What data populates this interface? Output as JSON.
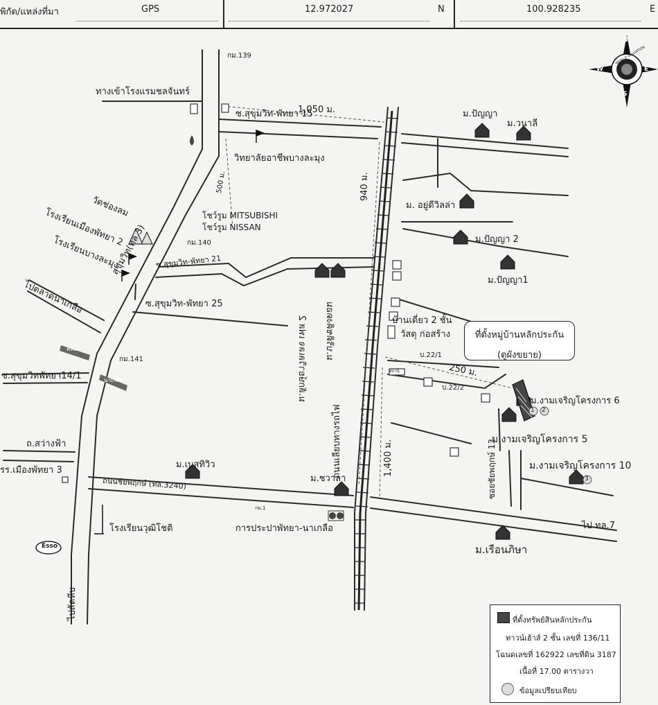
{
  "header": {
    "field_label": "พิกัด/แหล่งที่มา",
    "source": "GPS",
    "latitude": "12.972027",
    "lat_dir": "N",
    "longitude": "100.928235",
    "lon_dir": "E"
  },
  "roads": {
    "sukhumvit": "สุขุมวิท(ทล.3)",
    "soi15": "ซ.สุขุมวิท-พัทยา 15",
    "soi21": "ซ.สุขุมวิท-พัทยา 21",
    "soi25": "ซ.สุขุมวิท-พัทยา 25",
    "soi14_1": "ซ.สุขุมวิทพัทยา14/1",
    "sawangfa": "ถ.สว่างฟ้า",
    "chaiyaphruek": "ถนนชัยพฤกษ์ (ทล.3240)",
    "rail_road": "ถนนเลียบทางรถไฟ",
    "soi_chaiyaphruek13": "ซอยชัยพฤกษ์ 13",
    "to_tl7": "ไป ทล.7",
    "to_naklue_market": "ไปตลาดนาเกลือ",
    "to_sattahip": "ไปสัตหีบ",
    "canal": "คลอง",
    "naklue": "นาเกลือ",
    "station_small": "สถานี"
  },
  "markers": {
    "km139": "กม.139",
    "km140": "กม.140",
    "km141": "กม.141",
    "km1": "กม.1"
  },
  "distances": {
    "d1050": "1,050 ม.",
    "d940": "940 ม.",
    "d500": "500 ม.",
    "d250": "250 ม.",
    "d1400": "1,400 ม."
  },
  "places": {
    "hotel": "ทางเข้าโรงแรมชลจันทร์",
    "college": "วิทยาลัยอาชีพบางละมุง",
    "mitsubishi": "โชว์รูม MITSUBISHI",
    "nissan": "โชว์รูม NISSAN",
    "wat": "วัดช่องลม",
    "school_pattaya2": "โรงเรียนเมืองพัทยา 2",
    "school_banglamung": "โรงเรียนบางละมุง",
    "school_pattaya3": "รร.เมืองพัทยา 3",
    "school_wuttichot": "โรงเรียนวุฒิโชติ",
    "besview": "ม.เบสทิวิว",
    "chawala": "ม.ชวาลา",
    "waterworks": "การประปาพัทยา-นาเกลือ",
    "lakya": "ม.ลักษ์ยาวิลเลจ เฟส 2",
    "kingdom": "ม.บริติชคิงดอม",
    "punya": "ม.ปัญญา",
    "wanalee": "ม.วนาลี",
    "yuu_villa": "ม. อยู่ดีวิลล่า",
    "punya2": "ม.ปัญญา 2",
    "punya1": "ม.ปัญญา1",
    "house2": "บ้านเดี่ยว 2 ชั้น",
    "materials": "วัสดุ ก่อสร้าง",
    "b22_1": "บ.22/1",
    "b22_2": "บ.22/2",
    "ngam6": "ม.งามเจริญโครงการ 6",
    "ngam5": "ม.งามเจริญโครงการ 5",
    "ngam10": "ม.งามเจริญโครงการ 10",
    "rueanphisa": "ม.เรือนภิษา",
    "esso": "Esso"
  },
  "compass": {
    "n": "N",
    "s": "S",
    "e": "E",
    "w": "W",
    "ring": "WORLD VALUATION"
  },
  "callout": {
    "line1": "ที่ตั้งหมู่บ้านหลักประกัน",
    "line2": "(ดูผังขยาย)"
  },
  "comparables": [
    "1",
    "2",
    "3"
  ],
  "legend": {
    "subject_title": "ที่ตั้งทรัพย์สินหลักประกัน",
    "line1": "ทาวน์เฮ้าส์ 2 ชั้น เลขที่ 136/11",
    "line2": "โฉนดเลขที่ 162922 เลขที่ดิน 3187",
    "line3": "เนื้อที่ 17.00  ตารางวา",
    "compare": "ข้อมูลเปรียบเทียบ"
  }
}
